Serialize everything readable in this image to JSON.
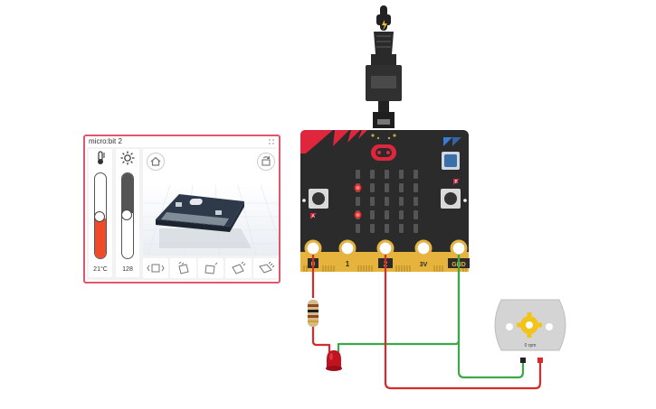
{
  "panel": {
    "title": "micro:bit 2",
    "temperature": {
      "value_label": "21°C",
      "level": 0.47
    },
    "light": {
      "value_label": "128",
      "level": 0.5
    },
    "gestures": [
      "shake",
      "tilt-left",
      "tilt-right",
      "tilt-forward",
      "tilt-back"
    ]
  },
  "board": {
    "pins": [
      "0",
      "1",
      "2",
      "3V",
      "GND"
    ],
    "buttons": {
      "a": "A",
      "b": "B"
    },
    "lit_leds": [
      [
        0,
        1
      ],
      [
        0,
        3
      ]
    ]
  },
  "motor": {
    "speed_label": "0 rpm"
  },
  "colors": {
    "board": "#2b2b2b",
    "gold": "#e6b43c",
    "accent_red": "#e0263c",
    "wire_red": "#d52b2b",
    "wire_green": "#3ca84a",
    "panel_border": "#e0566d",
    "temp_fill": "#ef4a2a"
  }
}
